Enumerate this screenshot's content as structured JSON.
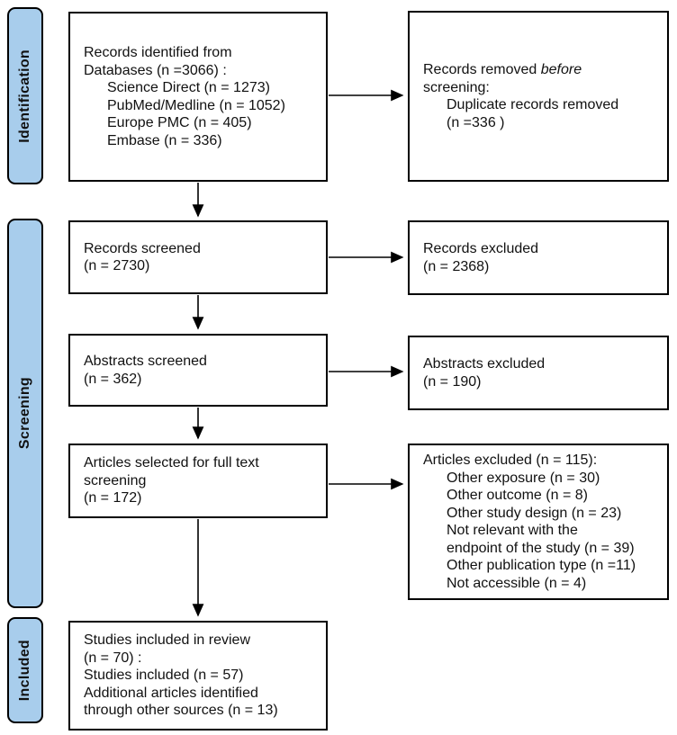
{
  "colors": {
    "stage_fill": "#A8CDEC",
    "line": "#000000",
    "background": "#FFFFFF"
  },
  "stages": {
    "identification": {
      "label": "Identification"
    },
    "screening": {
      "label": "Screening"
    },
    "included": {
      "label": "Included"
    }
  },
  "boxes": {
    "records_identified": {
      "lines": [
        "Records identified from",
        "Databases (n =3066) :",
        "Science Direct (n = 1273)",
        "PubMed/Medline (n = 1052)",
        "Europe PMC (n = 405)",
        "Embase (n = 336)"
      ]
    },
    "records_removed": {
      "line1_pre": "Records removed ",
      "line1_italic": "before",
      "line2": "screening:",
      "line3": "Duplicate records removed",
      "line4": "(n =336 )"
    },
    "records_screened": {
      "lines": [
        "Records screened",
        "(n = 2730)"
      ]
    },
    "records_excluded": {
      "lines": [
        "Records excluded",
        "(n = 2368)"
      ]
    },
    "abstracts_screened": {
      "lines": [
        "Abstracts screened",
        "(n = 362)"
      ]
    },
    "abstracts_excluded": {
      "lines": [
        "Abstracts excluded",
        "(n = 190)"
      ]
    },
    "articles_selected": {
      "lines": [
        "Articles selected for full text",
        "screening",
        "(n = 172)"
      ]
    },
    "articles_excluded": {
      "lines": [
        "Articles excluded (n = 115):",
        "Other exposure (n = 30)",
        "Other outcome (n = 8)",
        "Other study design (n = 23)",
        "Not relevant with the",
        "endpoint of the study (n = 39)",
        "Other publication type (n =11)",
        "Not accessible (n = 4)"
      ]
    },
    "studies_included": {
      "lines": [
        "Studies included in review",
        "(n = 70) :",
        "Studies included (n = 57)",
        "Additional articles identified",
        "through other sources (n = 13)"
      ]
    }
  }
}
